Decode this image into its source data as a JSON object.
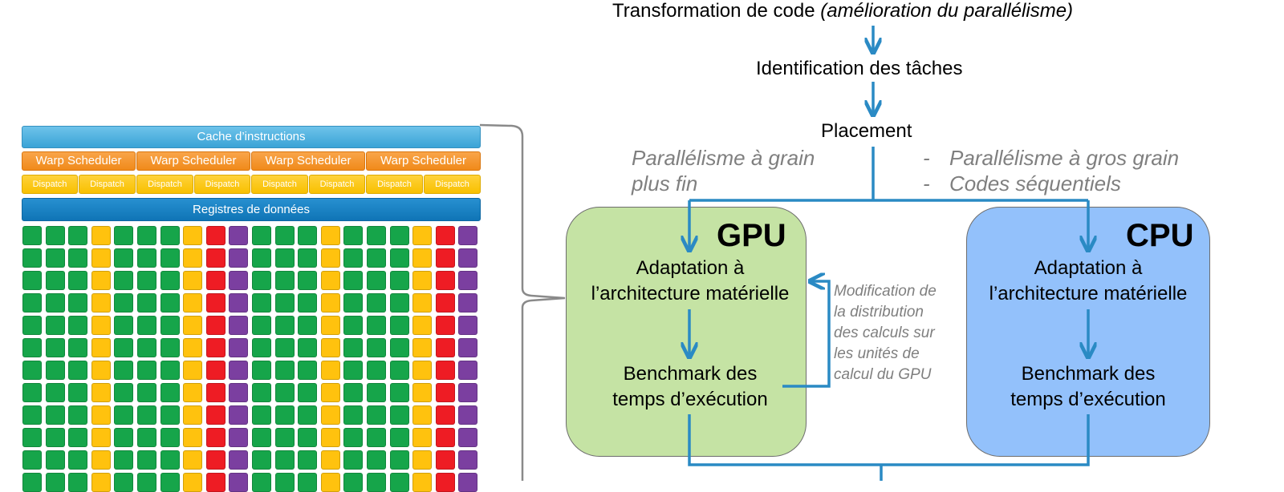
{
  "flow": {
    "top_title_main": "Transformation de code",
    "top_title_italic": "(amélioration du parallélisme)",
    "step_identification": "Identification des tâches",
    "step_placement": "Placement",
    "left_note_line1": "Parallélisme à grain",
    "left_note_line2": "plus fin",
    "right_bullet1_dash": "-",
    "right_bullet1": "Parallélisme à gros grain",
    "right_bullet2_dash": "-",
    "right_bullet2": "Codes séquentiels"
  },
  "gpu_panel": {
    "title": "GPU",
    "adapt_line1": "Adaptation à",
    "adapt_line2": "l’architecture matérielle",
    "bench_line1": "Benchmark des",
    "bench_line2": "temps d’exécution"
  },
  "cpu_panel": {
    "title": "CPU",
    "adapt_line1": "Adaptation à",
    "adapt_line2": "l’architecture matérielle",
    "bench_line1": "Benchmark des",
    "bench_line2": "temps d’exécution"
  },
  "feedback_note": {
    "line1": "Modification de",
    "line2": "la distribution",
    "line3": "des calculs sur",
    "line4": "les unités de",
    "line5": "calcul du GPU"
  },
  "gpu_arch": {
    "cache_label": "Cache d’instructions",
    "warp_labels": [
      "Warp Scheduler",
      "Warp Scheduler",
      "Warp Scheduler",
      "Warp Scheduler"
    ],
    "dispatch_labels": [
      "Dispatch",
      "Dispatch",
      "Dispatch",
      "Dispatch",
      "Dispatch",
      "Dispatch",
      "Dispatch",
      "Dispatch"
    ],
    "registers_label": "Registres de données",
    "column_colors": [
      "green",
      "green",
      "green",
      "yellow",
      "green",
      "green",
      "green",
      "yellow",
      "red",
      "purple",
      "green",
      "green",
      "green",
      "yellow",
      "green",
      "green",
      "green",
      "yellow",
      "red",
      "purple"
    ],
    "colors": {
      "green": "#16a54a",
      "yellow": "#ffc20e",
      "red": "#ee1c24",
      "purple": "#7b3fa0"
    }
  },
  "colors": {
    "arrow": "#2a8ac4",
    "gpu_panel": "#c5e3a4",
    "cpu_panel": "#93c1fb"
  }
}
